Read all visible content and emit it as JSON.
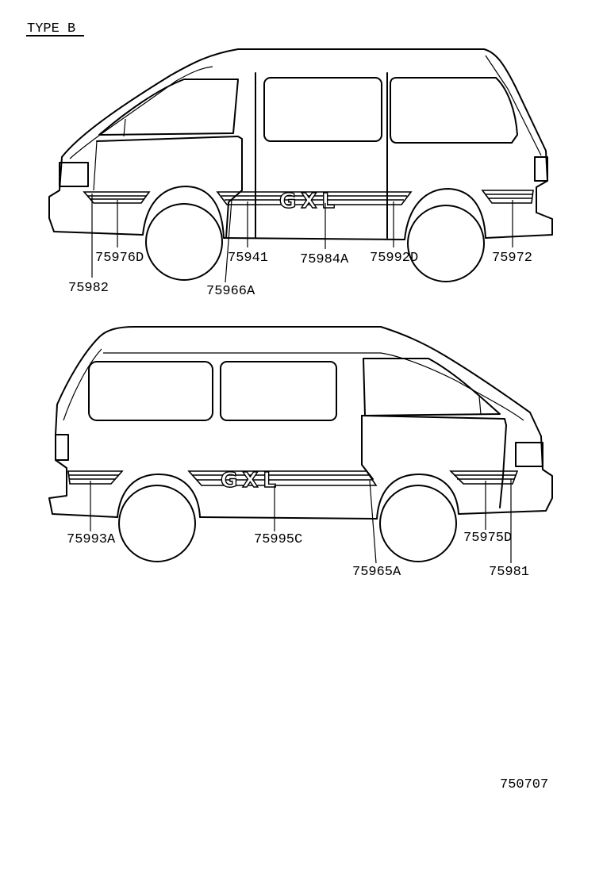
{
  "title": "TYPE B",
  "figure_number": "750707",
  "badge_text": "GXL",
  "upper_view": {
    "labels": [
      "75982",
      "75976D",
      "75966A",
      "75941",
      "75984A",
      "75992D",
      "75972"
    ]
  },
  "lower_view": {
    "labels": [
      "75993A",
      "75995C",
      "75965A",
      "75975D",
      "75981"
    ]
  }
}
